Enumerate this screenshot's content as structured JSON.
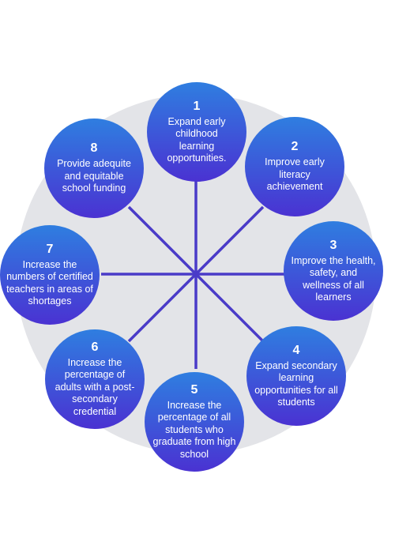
{
  "colors": {
    "background_disc": "#e3e4e8",
    "connector": "#4a3bc8",
    "circle_top": "#2f7ee0",
    "circle_bottom": "#4a32d2",
    "text": "#ffffff"
  },
  "goals": [
    {
      "number": "1",
      "text": "Expand early childhood learning opportunities."
    },
    {
      "number": "2",
      "text": "Improve early literacy achievement"
    },
    {
      "number": "3",
      "text": "Improve the health, safety, and wellness of all learners"
    },
    {
      "number": "4",
      "text": "Expand secondary learning opportunities for all students"
    },
    {
      "number": "5",
      "text": "Increase the percentage of all students who graduate from high school"
    },
    {
      "number": "6",
      "text": "Increase the percentage of adults with a post-secondary credential"
    },
    {
      "number": "7",
      "text": "Increase the numbers of certified teachers in areas of shortages"
    },
    {
      "number": "8",
      "text": "Provide adequite and equitable school funding"
    }
  ]
}
